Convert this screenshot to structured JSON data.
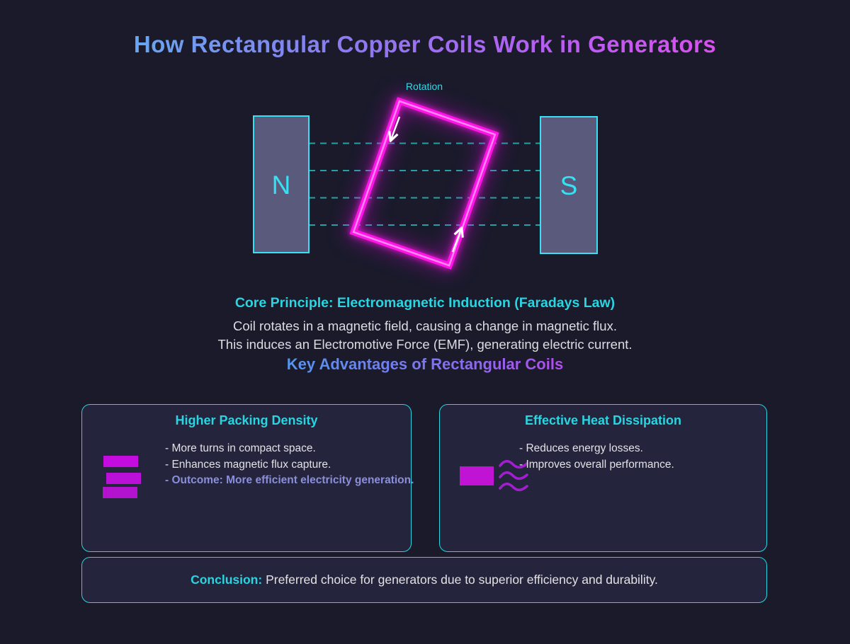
{
  "title": "How Rectangular Copper Coils Work in Generators",
  "diagram": {
    "rotation_label": "Rotation",
    "north_label": "N",
    "south_label": "S",
    "colors": {
      "background": "#1a1a2b",
      "magnet_fill": "#5a5a7d",
      "magnet_border": "#38e0f2",
      "field_line": "#2a9f9f",
      "coil": "#ff14e8",
      "coil_highlight": "#ff9bf5",
      "arrow": "#ffffff",
      "accent_cyan": "#2ad4e0",
      "outcome_purple": "#8b8fd9",
      "icon_magenta": "#c013d4"
    }
  },
  "principle": {
    "heading": "Core Principle: Electromagnetic Induction (Faradays Law)",
    "line1": "Coil rotates in a magnetic field, causing a change in magnetic flux.",
    "line2": "This induces an Electromotive Force (EMF), generating electric current.",
    "advantages_heading": "Key Advantages of Rectangular Coils"
  },
  "cards": [
    {
      "title": "Higher Packing Density",
      "bullets": [
        "- More turns in compact space.",
        "- Enhances magnetic flux capture."
      ],
      "outcome": "- Outcome: More efficient electricity generation."
    },
    {
      "title": "Effective Heat Dissipation",
      "bullets": [
        "- Reduces energy losses.",
        "- Improves overall performance."
      ]
    }
  ],
  "conclusion": {
    "label": "Conclusion:",
    "text": " Preferred choice for generators due to superior efficiency and durability."
  }
}
